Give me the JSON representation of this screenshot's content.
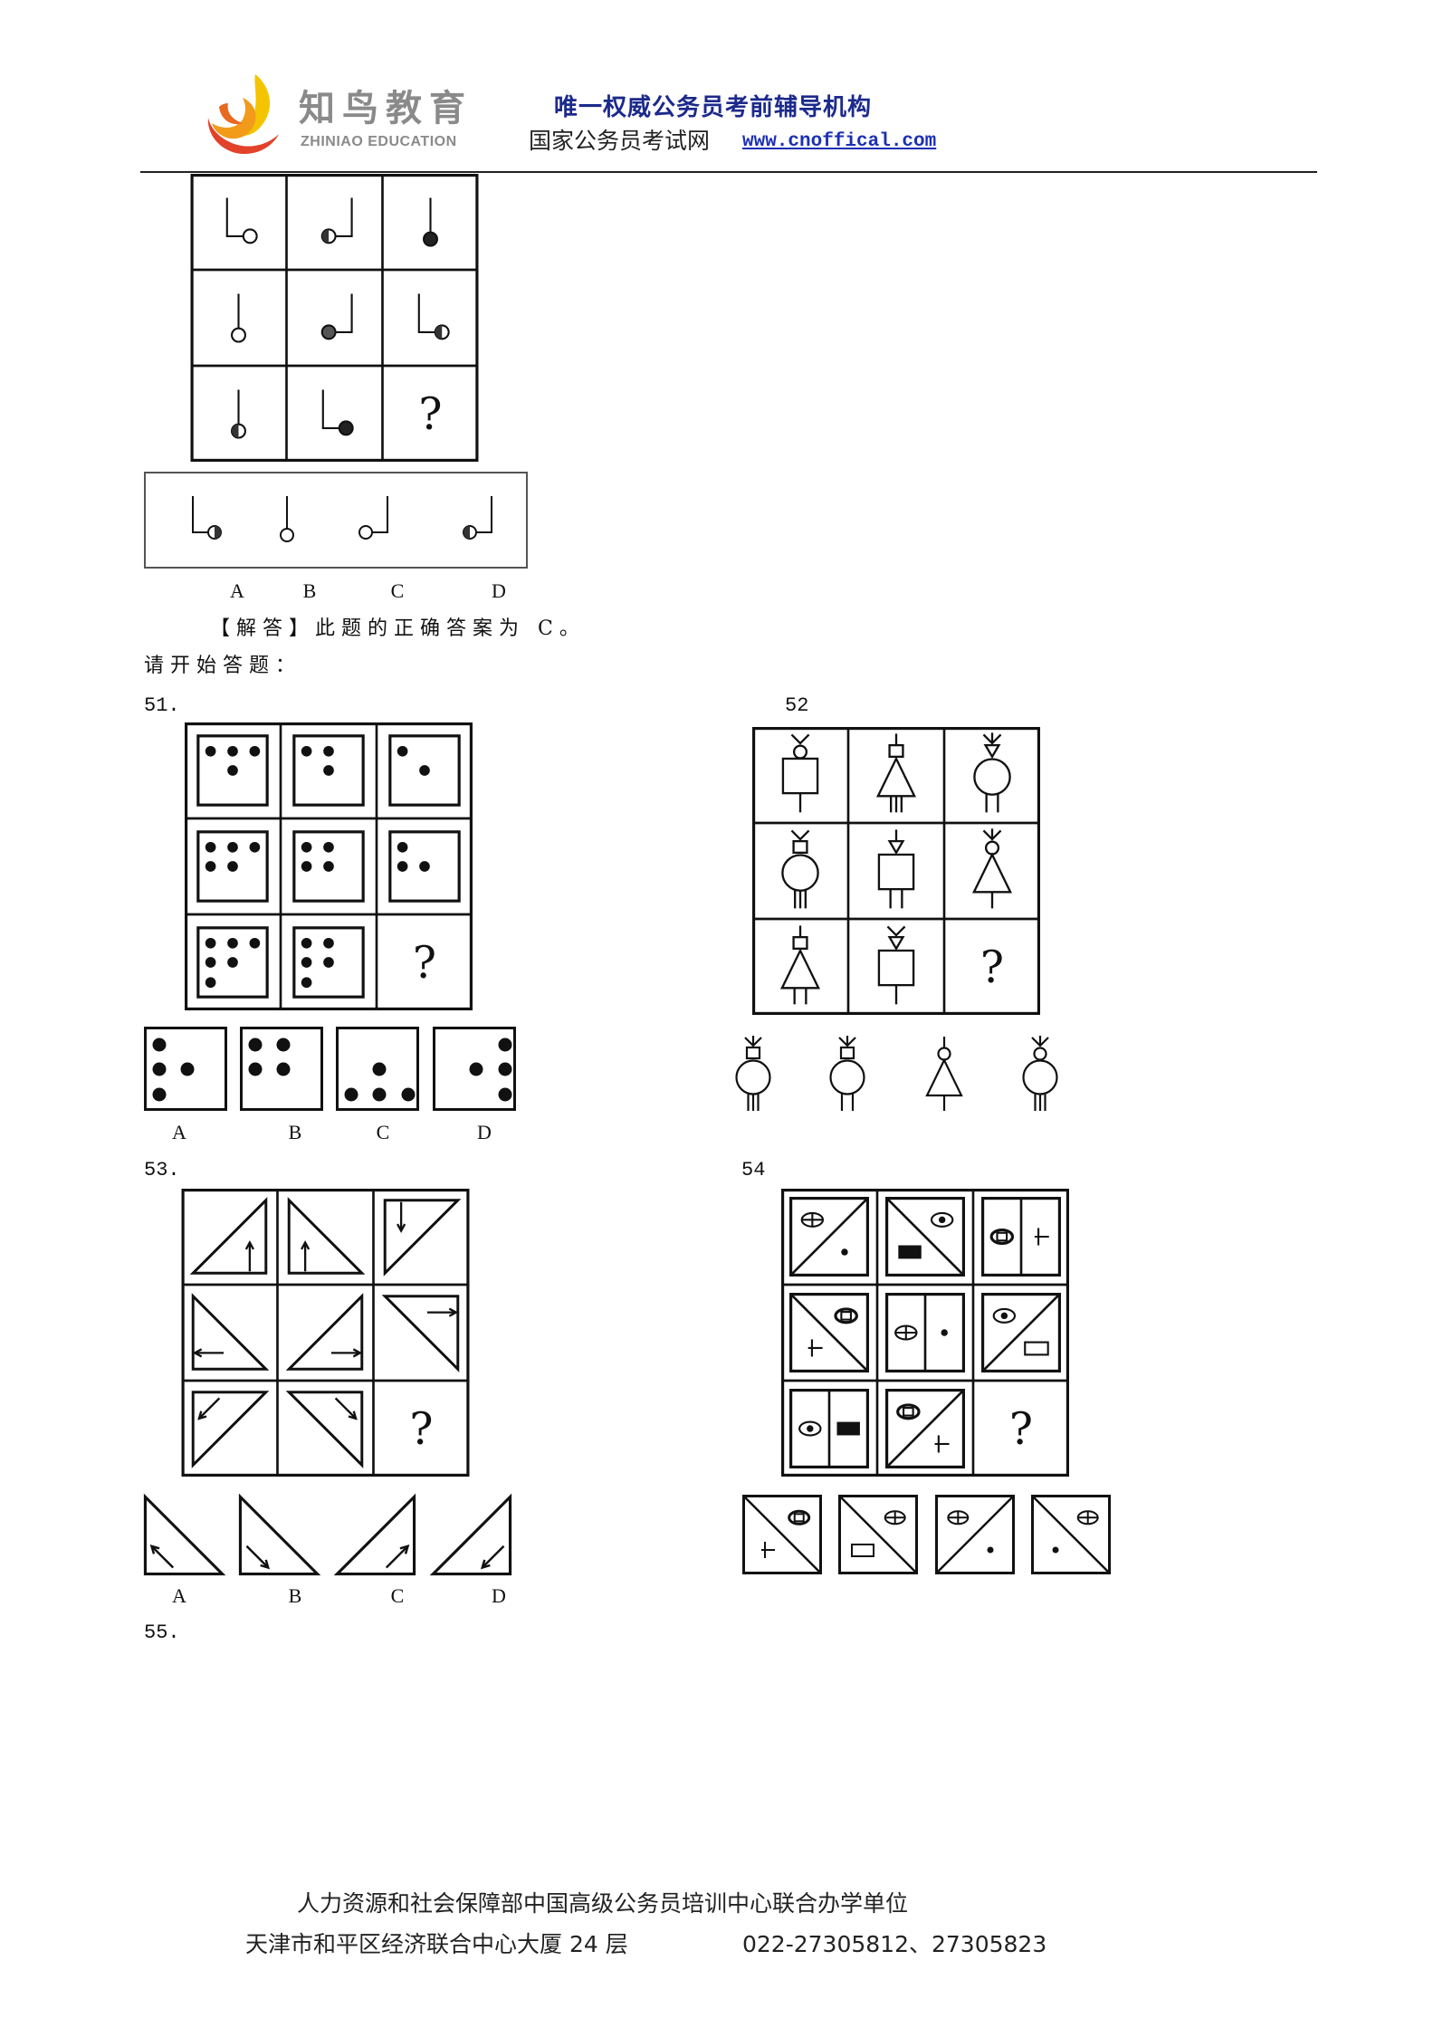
{
  "header": {
    "logo_cn": "知鸟教育",
    "logo_en": "ZHINIAO EDUCATION",
    "slogan": "唯一权威公务员考前辅导机构",
    "site_name": "国家公务员考试网",
    "site_url": "www.cnoffical.com"
  },
  "q50": {
    "question_mark": "?",
    "options": [
      "A",
      "B",
      "C",
      "D"
    ],
    "answer": "【解答】此题的正确答案为 C。"
  },
  "prompt": "请开始答题：",
  "q51": {
    "number": "51.",
    "question_mark": "?",
    "options": [
      "A",
      "B",
      "C",
      "D"
    ]
  },
  "q52": {
    "number": "52",
    "question_mark": "?"
  },
  "q53": {
    "number": "53.",
    "question_mark": "?",
    "options": [
      "A",
      "B",
      "C",
      "D"
    ]
  },
  "q54": {
    "number": "54",
    "question_mark": "?"
  },
  "q55": {
    "number": "55."
  },
  "footer": {
    "line1": "人力资源和社会保障部中国高级公务员培训中心联合办学单位",
    "address": "天津市和平区经济联合中心大厦 24 层",
    "phone": "022-27305812、27305823"
  }
}
